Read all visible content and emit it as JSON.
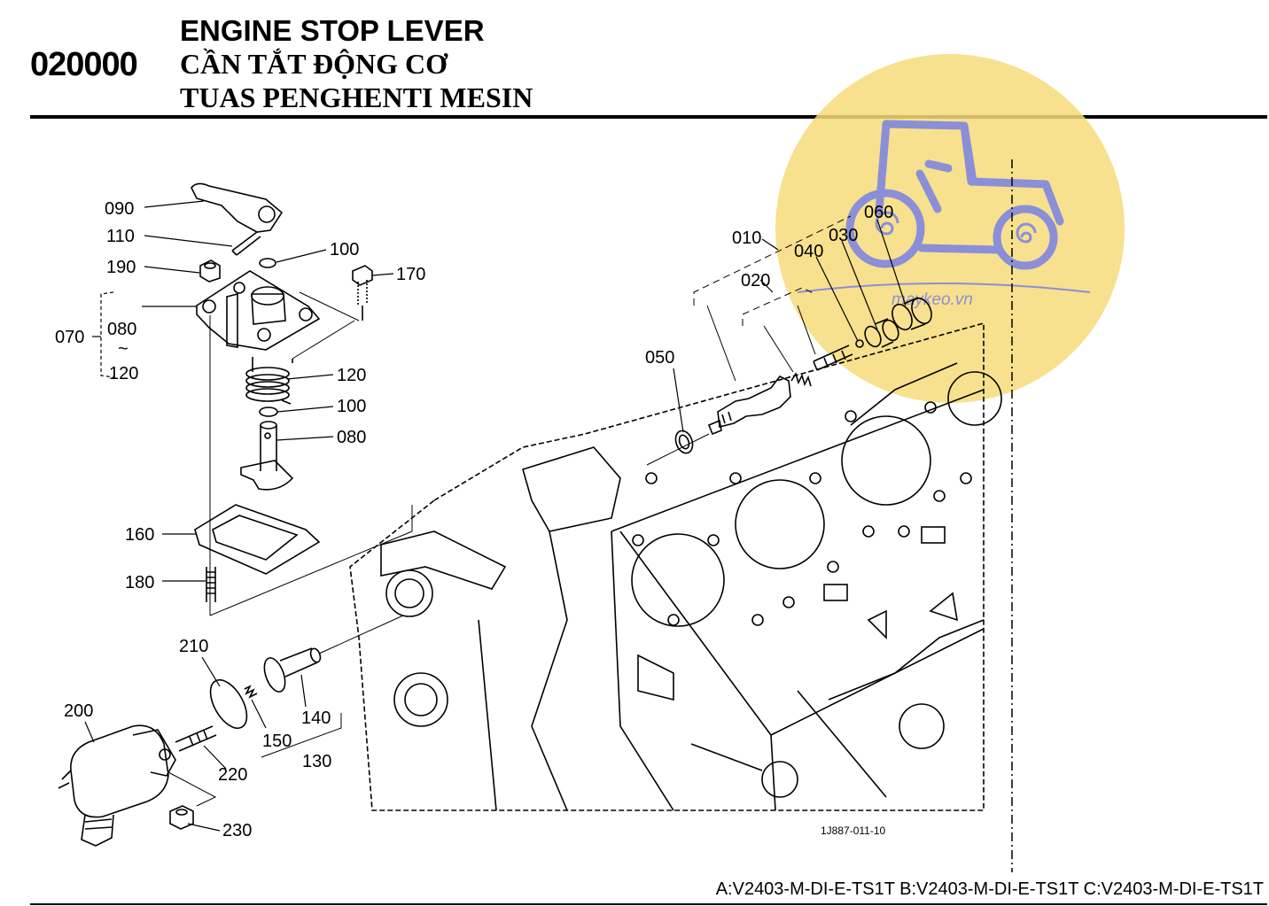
{
  "header": {
    "section_code": "020000",
    "title_en": "ENGINE STOP LEVER",
    "title_vi": "CẦN TẮT ĐỘNG CƠ",
    "title_id": "TUAS PENGHENTI MESIN"
  },
  "footer": {
    "model_codes": "A:V2403-M-DI-E-TS1T B:V2403-M-DI-E-TS1T C:V2403-M-DI-E-TS1T"
  },
  "watermark": {
    "text": "maykeo.vn",
    "circle_color": "#f6dc7a",
    "logo_color": "#8a8fd8"
  },
  "diagram": {
    "figure_id": "1J887-011-10",
    "callouts": {
      "p090": "090",
      "p110": "110",
      "p190": "190",
      "p100a": "100",
      "p170": "170",
      "p070": "070",
      "p080a": "080",
      "tilde": "~",
      "p120a": "120",
      "p120b": "120",
      "p100b": "100",
      "p080b": "080",
      "p160": "160",
      "p180": "180",
      "p210": "210",
      "p200": "200",
      "p150": "150",
      "p140": "140",
      "p130": "130",
      "p220": "220",
      "p230": "230",
      "p010": "010",
      "p020": "020",
      "p040": "040",
      "p030": "030",
      "p060": "060",
      "p050": "050"
    }
  }
}
